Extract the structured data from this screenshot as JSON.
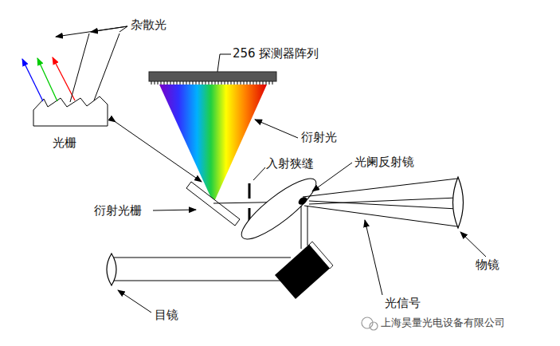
{
  "diagram": {
    "labels": [
      "杂散光",
      "256 探测器阵列",
      "光栅",
      "衍射光",
      "入射狭缝",
      "光阑反射镜",
      "衍射光栅",
      "物镜",
      "光信号",
      "目镜",
      "上海昊量光电设备有限公司"
    ]
  }
}
